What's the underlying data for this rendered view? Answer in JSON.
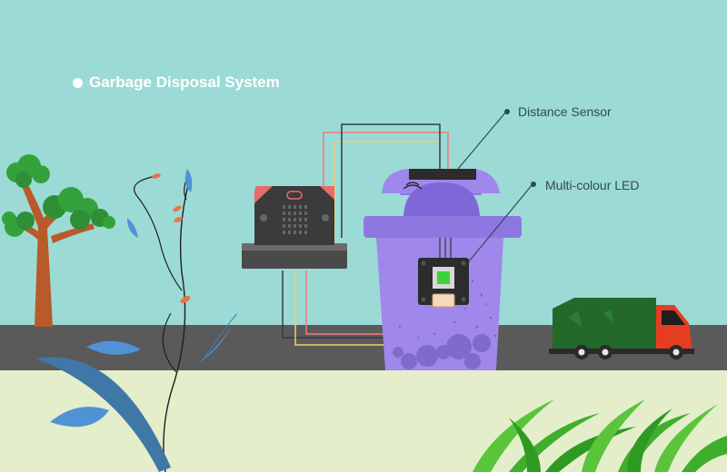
{
  "title": "Garbage Disposal System",
  "components": {
    "distance_sensor": "Distance Sensor",
    "led": "Multi-colour LED"
  },
  "colors": {
    "sky": "#9cdad6",
    "road": "#5a5a5a",
    "grass": "#e4eecb",
    "bin": "#9f87ec",
    "bin_lid": "#8f77e2",
    "board": "#3b3b3b",
    "truck_body": "#23692c",
    "truck_cab": "#e53d22",
    "wire_red": "#f07a7a",
    "wire_yellow": "#f0d070",
    "wire_dark": "#2f3d45",
    "led_green": "#3fd13a",
    "leaf_blue": "#4f93d6",
    "tree_green": "#34a23c",
    "trunk": "#b95a2a"
  }
}
